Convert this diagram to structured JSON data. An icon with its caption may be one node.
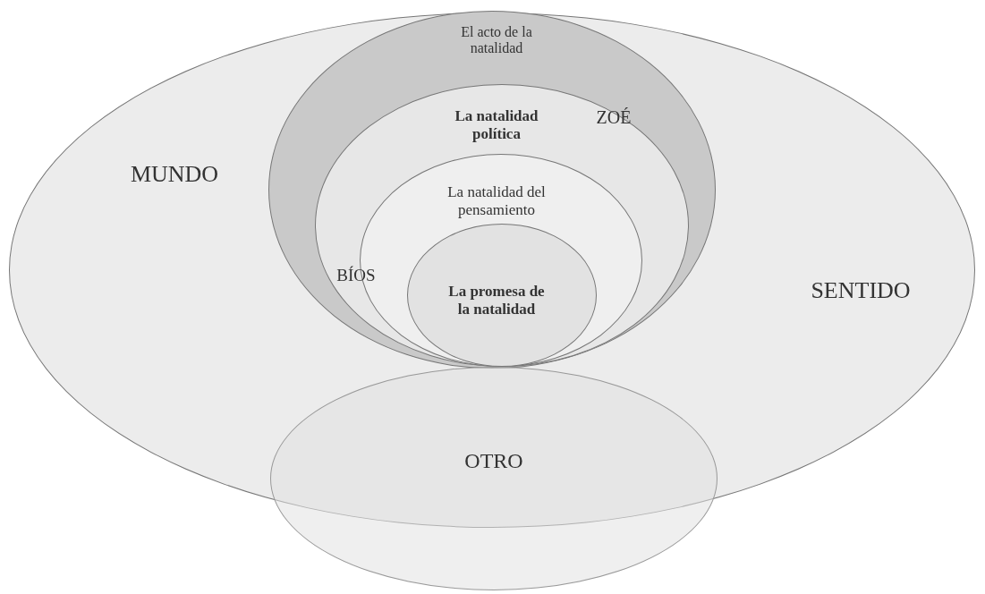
{
  "diagram": {
    "nodes": [
      {
        "text": [
          "MUNDO",
          "SENTIDO"
        ]
      },
      {
        "text": [
          "El acto de la natalidad"
        ],
        "in": 0
      },
      {
        "text": [
          "La natalidad política",
          "ZOÉ",
          "BÍOS"
        ],
        "in": 1
      },
      {
        "text": [
          "La natalidad del pensamiento"
        ],
        "in": 2
      },
      {
        "text": [
          "La promesa de la natalidad"
        ],
        "in": 3
      },
      {
        "text": [
          "OTRO"
        ]
      }
    ],
    "edges": []
  }
}
